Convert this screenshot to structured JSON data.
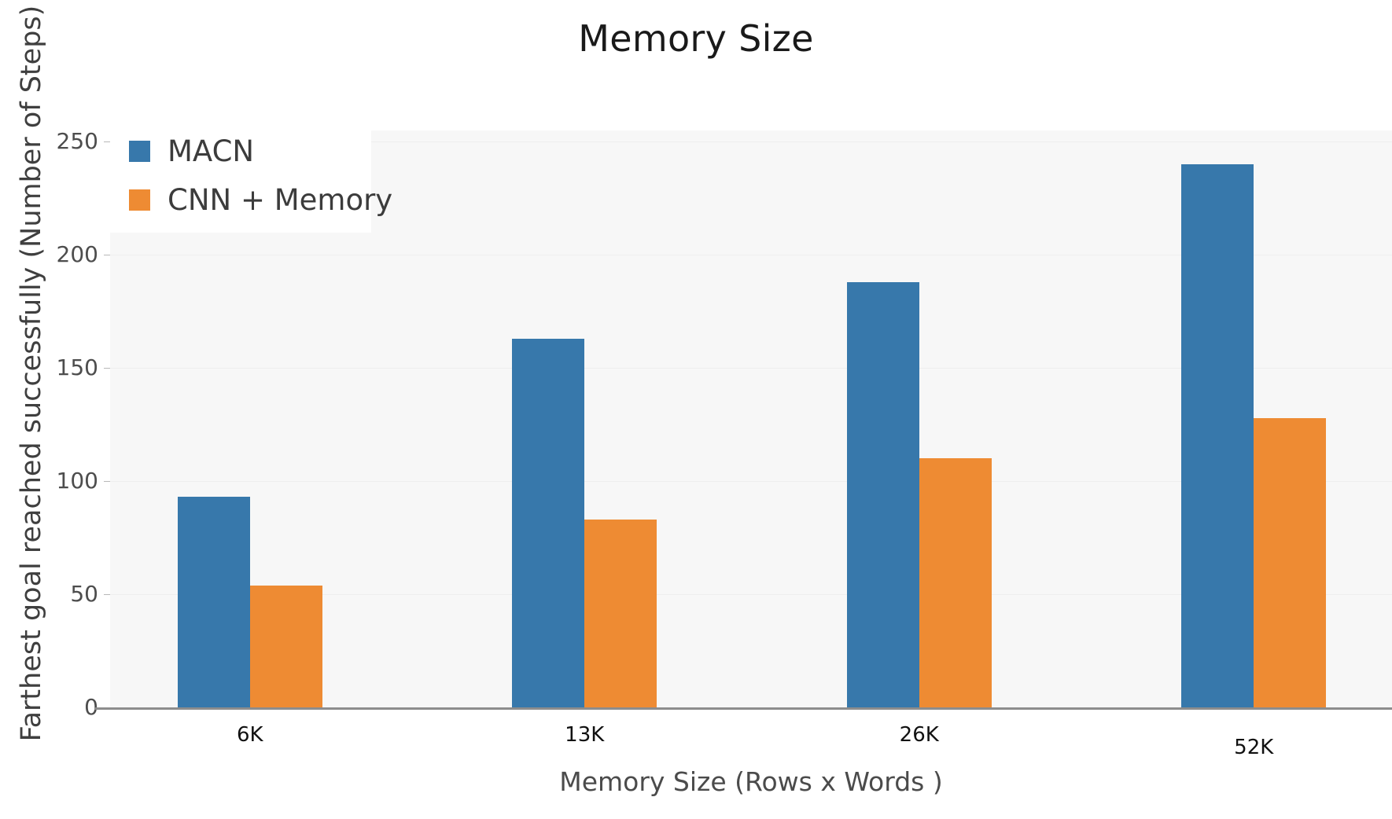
{
  "chart_data": {
    "type": "bar",
    "title": "Memory Size",
    "xlabel": "Memory Size (Rows x Words )",
    "ylabel": "Farthest goal reached successfully (Number of Steps)",
    "categories": [
      "6K",
      "13K",
      "26K",
      "52K"
    ],
    "series": [
      {
        "name": "MACN",
        "color": "#3778ab",
        "values": [
          93,
          163,
          188,
          240
        ]
      },
      {
        "name": "CNN + Memory",
        "color": "#ee8b33",
        "values": [
          54,
          83,
          110,
          128
        ]
      }
    ],
    "ylim": [
      0,
      255
    ],
    "yticks": [
      0,
      50,
      100,
      150,
      200,
      250
    ],
    "ytick_labels": [
      "0",
      "50",
      "100",
      "150",
      "200",
      "250"
    ],
    "grid": true,
    "legend_position": "upper-left",
    "plot_background": "#f7f7f7",
    "figure_background": "#ffffff"
  }
}
